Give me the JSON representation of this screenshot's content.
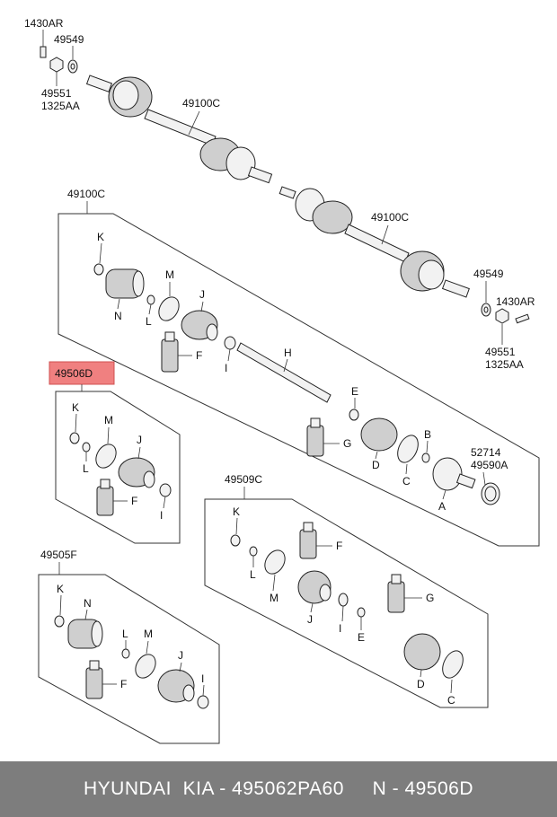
{
  "top": {
    "nut_a": "1430AR",
    "washer_a": "49549",
    "nut_b": "49551",
    "nut_b2": "1325AA",
    "shaft_1": "49100C",
    "shaft_2": "49100C",
    "washer_b": "49549",
    "nut_c": "1430AR",
    "nut_d": "49551",
    "nut_d2": "1325AA"
  },
  "big_kit": {
    "code": "49100C",
    "letters": {
      "K": "K",
      "N": "N",
      "M": "M",
      "L": "L",
      "J": "J",
      "F": "F",
      "I": "I",
      "H": "H",
      "E": "E",
      "G": "G",
      "B": "B",
      "D": "D",
      "C": "C",
      "A": "A"
    },
    "part_a": "52714",
    "part_b": "49590A"
  },
  "kit_d": {
    "code": "49506D",
    "highlight": "#f08080",
    "letters": {
      "K": "K",
      "M": "M",
      "J": "J",
      "L": "L",
      "F": "F",
      "I": "I"
    }
  },
  "kit_c": {
    "code": "49509C",
    "letters": {
      "K": "K",
      "F": "F",
      "L": "L",
      "M": "M",
      "G": "G",
      "J": "J",
      "I": "I",
      "E": "E",
      "D": "D",
      "C": "C"
    }
  },
  "kit_f": {
    "code": "49505F",
    "letters": {
      "K": "K",
      "N": "N",
      "L": "L",
      "M": "M",
      "J": "J",
      "I": "I",
      "F": "F"
    }
  },
  "footer": {
    "brand": "HYUNDAI  KIA",
    "sep1": " - ",
    "number": "495062PA60",
    "gap": "     ",
    "prefix": "N - ",
    "code": "49506D"
  }
}
